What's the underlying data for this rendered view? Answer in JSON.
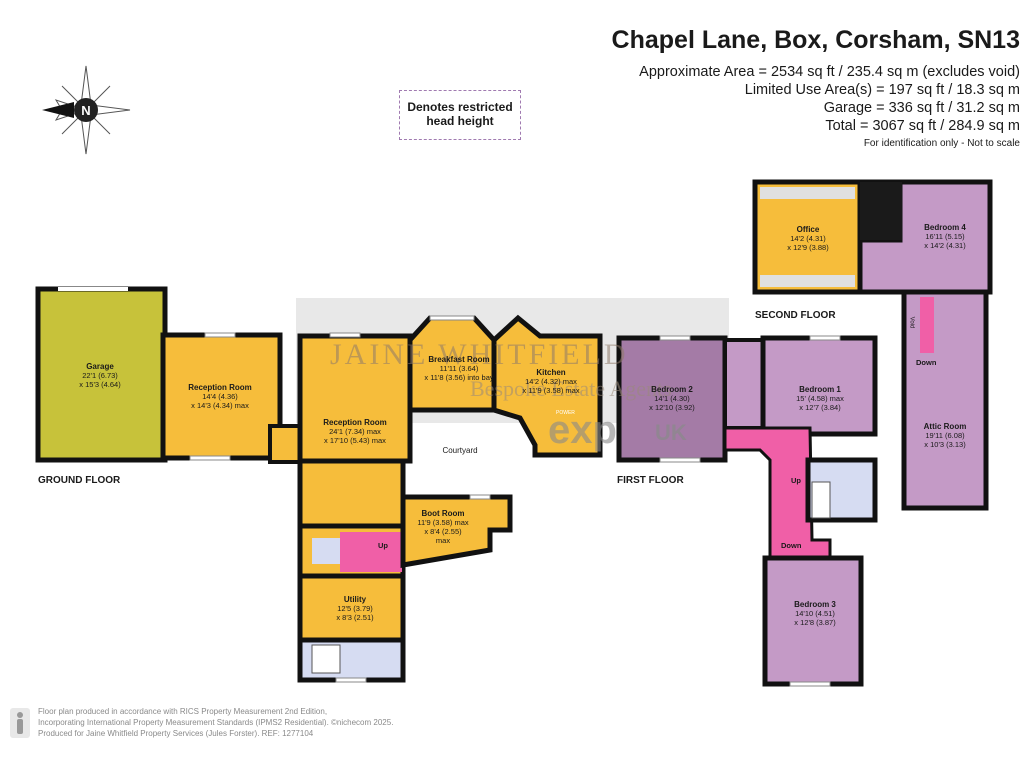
{
  "header": {
    "title": "Chapel Lane, Box, Corsham, SN13",
    "lines": [
      "Approximate Area = 2534 sq ft / 235.4 sq m (excludes void)",
      "Limited Use Area(s) = 197 sq ft / 18.3 sq m",
      "Garage = 336 sq ft / 31.2 sq m",
      "Total = 3067 sq ft / 284.9 sq m"
    ],
    "note": "For identification only - Not to scale"
  },
  "compass": {
    "label": "N"
  },
  "legend": {
    "line1": "Denotes restricted",
    "line2": "head height"
  },
  "floors": {
    "ground": "GROUND FLOOR",
    "first": "FIRST FLOOR",
    "second": "SECOND FLOOR"
  },
  "rooms": {
    "garage": {
      "name": "Garage",
      "dim1": "22'1 (6.73)",
      "dim2": "x 15'3 (4.64)"
    },
    "reception1": {
      "name": "Reception Room",
      "dim1": "14'4 (4.36)",
      "dim2": "x 14'3 (4.34) max"
    },
    "reception2": {
      "name": "Reception Room",
      "dim1": "24'1 (7.34) max",
      "dim2": "x 17'10 (5.43) max"
    },
    "breakfast": {
      "name": "Breakfast Room",
      "dim1": "11'11 (3.64)",
      "dim2": "x 11'8 (3.56) into bay"
    },
    "kitchen": {
      "name": "Kitchen",
      "dim1": "14'2 (4.32) max",
      "dim2": "x 11'9 (3.58) max"
    },
    "courtyard": {
      "name": "Courtyard"
    },
    "boot": {
      "name": "Boot Room",
      "dim1": "11'9 (3.58) max",
      "dim2": "x 8'4 (2.55)",
      "dim3": "max"
    },
    "utility": {
      "name": "Utility",
      "dim1": "12'5 (3.79)",
      "dim2": "x 8'3 (2.51)"
    },
    "bedroom2": {
      "name": "Bedroom 2",
      "dim1": "14'1 (4.30)",
      "dim2": "x 12'10 (3.92)"
    },
    "bedroom1": {
      "name": "Bedroom 1",
      "dim1": "15' (4.58) max",
      "dim2": "x 12'7 (3.84)"
    },
    "bedroom3": {
      "name": "Bedroom 3",
      "dim1": "14'10 (4.51)",
      "dim2": "x 12'8 (3.87)"
    },
    "office": {
      "name": "Office",
      "dim1": "14'2 (4.31)",
      "dim2": "x 12'9 (3.88)"
    },
    "bedroom4": {
      "name": "Bedroom 4",
      "dim1": "16'11 (5.15)",
      "dim2": "x 14'2 (4.31)"
    },
    "attic": {
      "name": "Attic Room",
      "dim1": "19'11 (6.08)",
      "dim2": "x 10'3 (3.13)"
    }
  },
  "stairs": {
    "up_ground": "Up",
    "up_first": "Up",
    "down_first": "Down",
    "down_second": "Down",
    "void": "Void",
    "power": "POWER"
  },
  "watermark": {
    "line1": "JAINE WHITFIELD",
    "line2": "Bespoke Estate Agents",
    "brand": "exp",
    "brand2": "UK"
  },
  "footer": {
    "line1": "Floor plan produced in accordance with RICS Property Measurement 2nd Edition,",
    "line2": "Incorporating International Property Measurement Standards (IPMS2 Residential).  ©nichecom 2025.",
    "line3": "Produced for Jaine Whitfield Property Services (Jules Forster).   REF: 1277104"
  },
  "colors": {
    "garage": "#c7c23a",
    "ground": "#f6bd3b",
    "first": "#c49ac6",
    "bedroom2": "#a47ba6",
    "landing": "#f05fa7",
    "bath": "#d6dcf2",
    "wall": "#111111"
  }
}
